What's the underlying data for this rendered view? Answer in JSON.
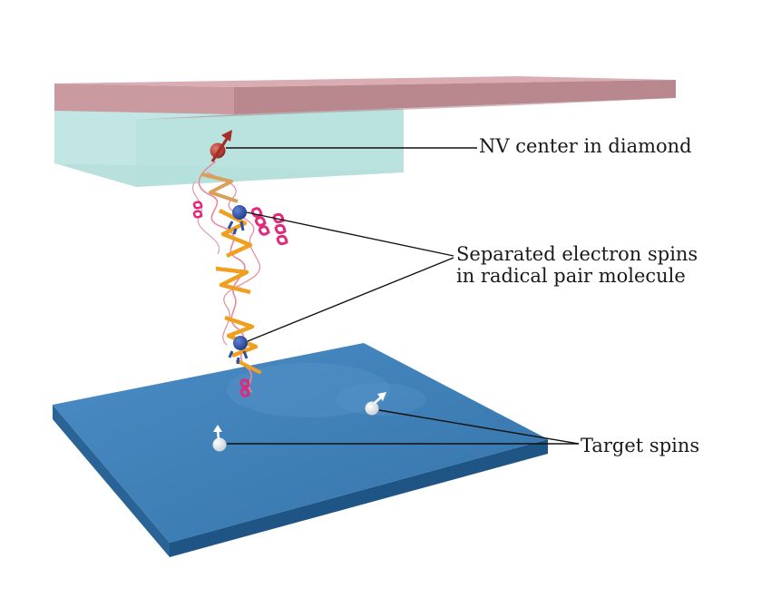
{
  "labels": {
    "nv_center": "NV center in diamond",
    "separated_line1": "Separated electron spins",
    "separated_line2": "in radical pair molecule",
    "target_spins": "Target spins"
  },
  "colors": {
    "top_slab": "#d8a6ac",
    "diamond_block": "#b8e2df",
    "surface": "#3e7fb5",
    "surface_side": "#2d6a9b",
    "nv_spin": "#b5342f",
    "electron_spin": "#2a4fa8",
    "target_spin": "#f2f2f2",
    "helix": "#e0297a",
    "strand": "#f0a020",
    "coil": "#e88a9a"
  },
  "icons": {
    "nv_spin": "arrow-sphere-icon",
    "electron_spin": "sphere-icon",
    "target_spin": "arrow-sphere-icon"
  }
}
